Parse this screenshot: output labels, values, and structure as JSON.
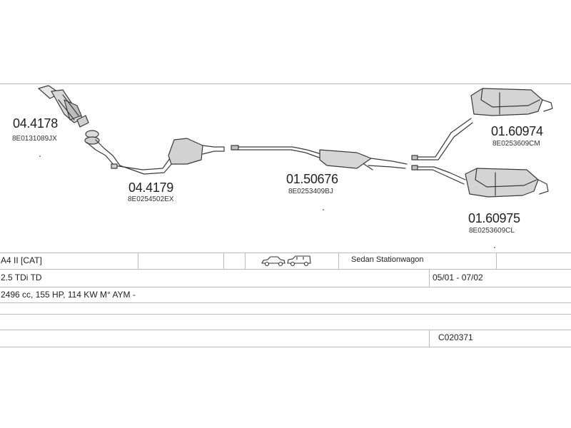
{
  "parts": [
    {
      "code": "04.4178",
      "oe": "8E0131089JX"
    },
    {
      "code": "04.4179",
      "oe": "8E0254502EX"
    },
    {
      "code": "01.50676",
      "oe": "8E0253409BJ"
    },
    {
      "code": "01.60974",
      "oe": "8E0253609CM"
    },
    {
      "code": "01.60975",
      "oe": "8E0253609CL"
    }
  ],
  "vehicle": {
    "model": "A4 II  [CAT]",
    "body_types": "Sedan  Stationwagon",
    "engine": "2.5 TDi TD",
    "years": "05/01 - 07/02",
    "specs": "2496 cc, 155 HP, 114 KW  M° AYM -",
    "catalog_code": "C020371"
  },
  "icons": [
    "sedan-car-icon",
    "stationwagon-car-icon"
  ]
}
